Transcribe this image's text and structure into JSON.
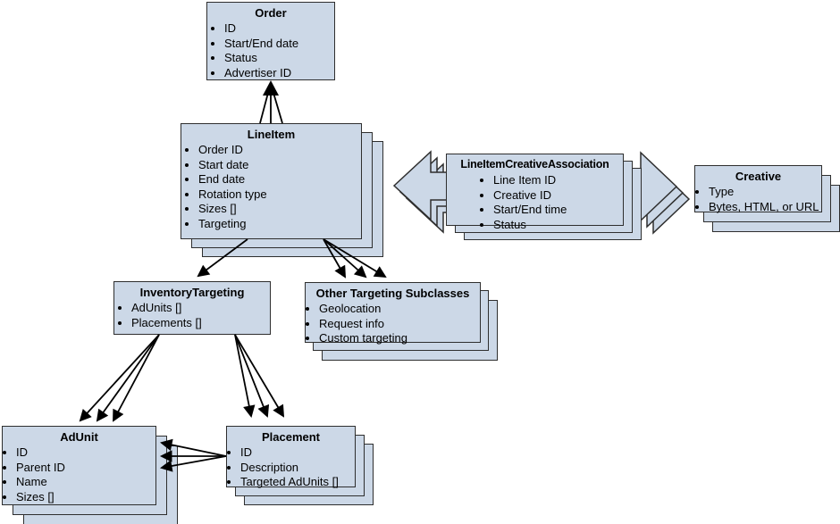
{
  "entities": {
    "order": {
      "title": "Order",
      "fields": [
        "ID",
        "Start/End date",
        "Status",
        "Advertiser ID"
      ]
    },
    "line_item": {
      "title": "LineItem",
      "fields": [
        "Order ID",
        "Start date",
        "End date",
        "Rotation type",
        "Sizes []",
        "Targeting"
      ]
    },
    "line_item_creative_association": {
      "title": "LineItemCreativeAssociation",
      "fields": [
        "Line Item ID",
        "Creative ID",
        "Start/End time",
        "Status"
      ]
    },
    "creative": {
      "title": "Creative",
      "fields": [
        "Type",
        "Bytes, HTML, or URL"
      ]
    },
    "inventory_targeting": {
      "title": "InventoryTargeting",
      "fields": [
        "AdUnits []",
        "Placements []"
      ]
    },
    "other_targeting": {
      "title": "Other Targeting Subclasses",
      "fields": [
        "Geolocation",
        "Request info",
        "Custom targeting"
      ]
    },
    "ad_unit": {
      "title": "AdUnit",
      "fields": [
        "ID",
        "Parent ID",
        "Name",
        "Sizes []"
      ]
    },
    "placement": {
      "title": "Placement",
      "fields": [
        "ID",
        "Description",
        "Targeted AdUnits []"
      ]
    }
  },
  "colors": {
    "box_fill": "#ccd8e7",
    "box_border": "#2e2e2e",
    "connector": "#000000"
  }
}
